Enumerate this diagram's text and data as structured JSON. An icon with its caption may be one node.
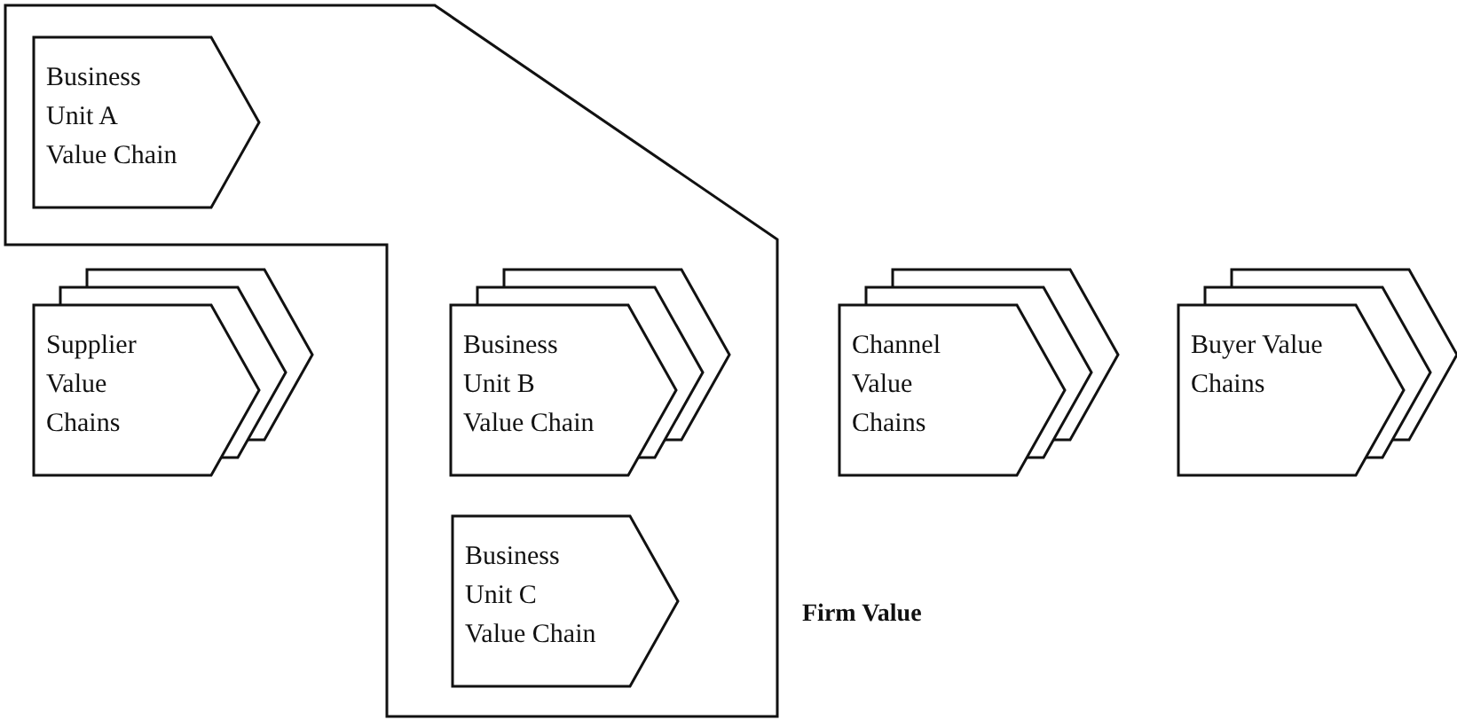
{
  "diagram": {
    "nodes": [
      {
        "text": [
          "Firm Value"
        ]
      },
      {
        "text": [
          "Business Unit A Value Chain"
        ],
        "in": 0
      },
      {
        "text": [
          "Supplier Value Chains"
        ]
      },
      {
        "text": [
          "Business Unit B Value Chain"
        ],
        "in": 0
      },
      {
        "text": [
          "Channel Value Chains"
        ]
      },
      {
        "text": [
          "Buyer Value Chains"
        ]
      },
      {
        "text": [
          "Business Unit C Value Chain"
        ],
        "in": 0
      }
    ]
  }
}
